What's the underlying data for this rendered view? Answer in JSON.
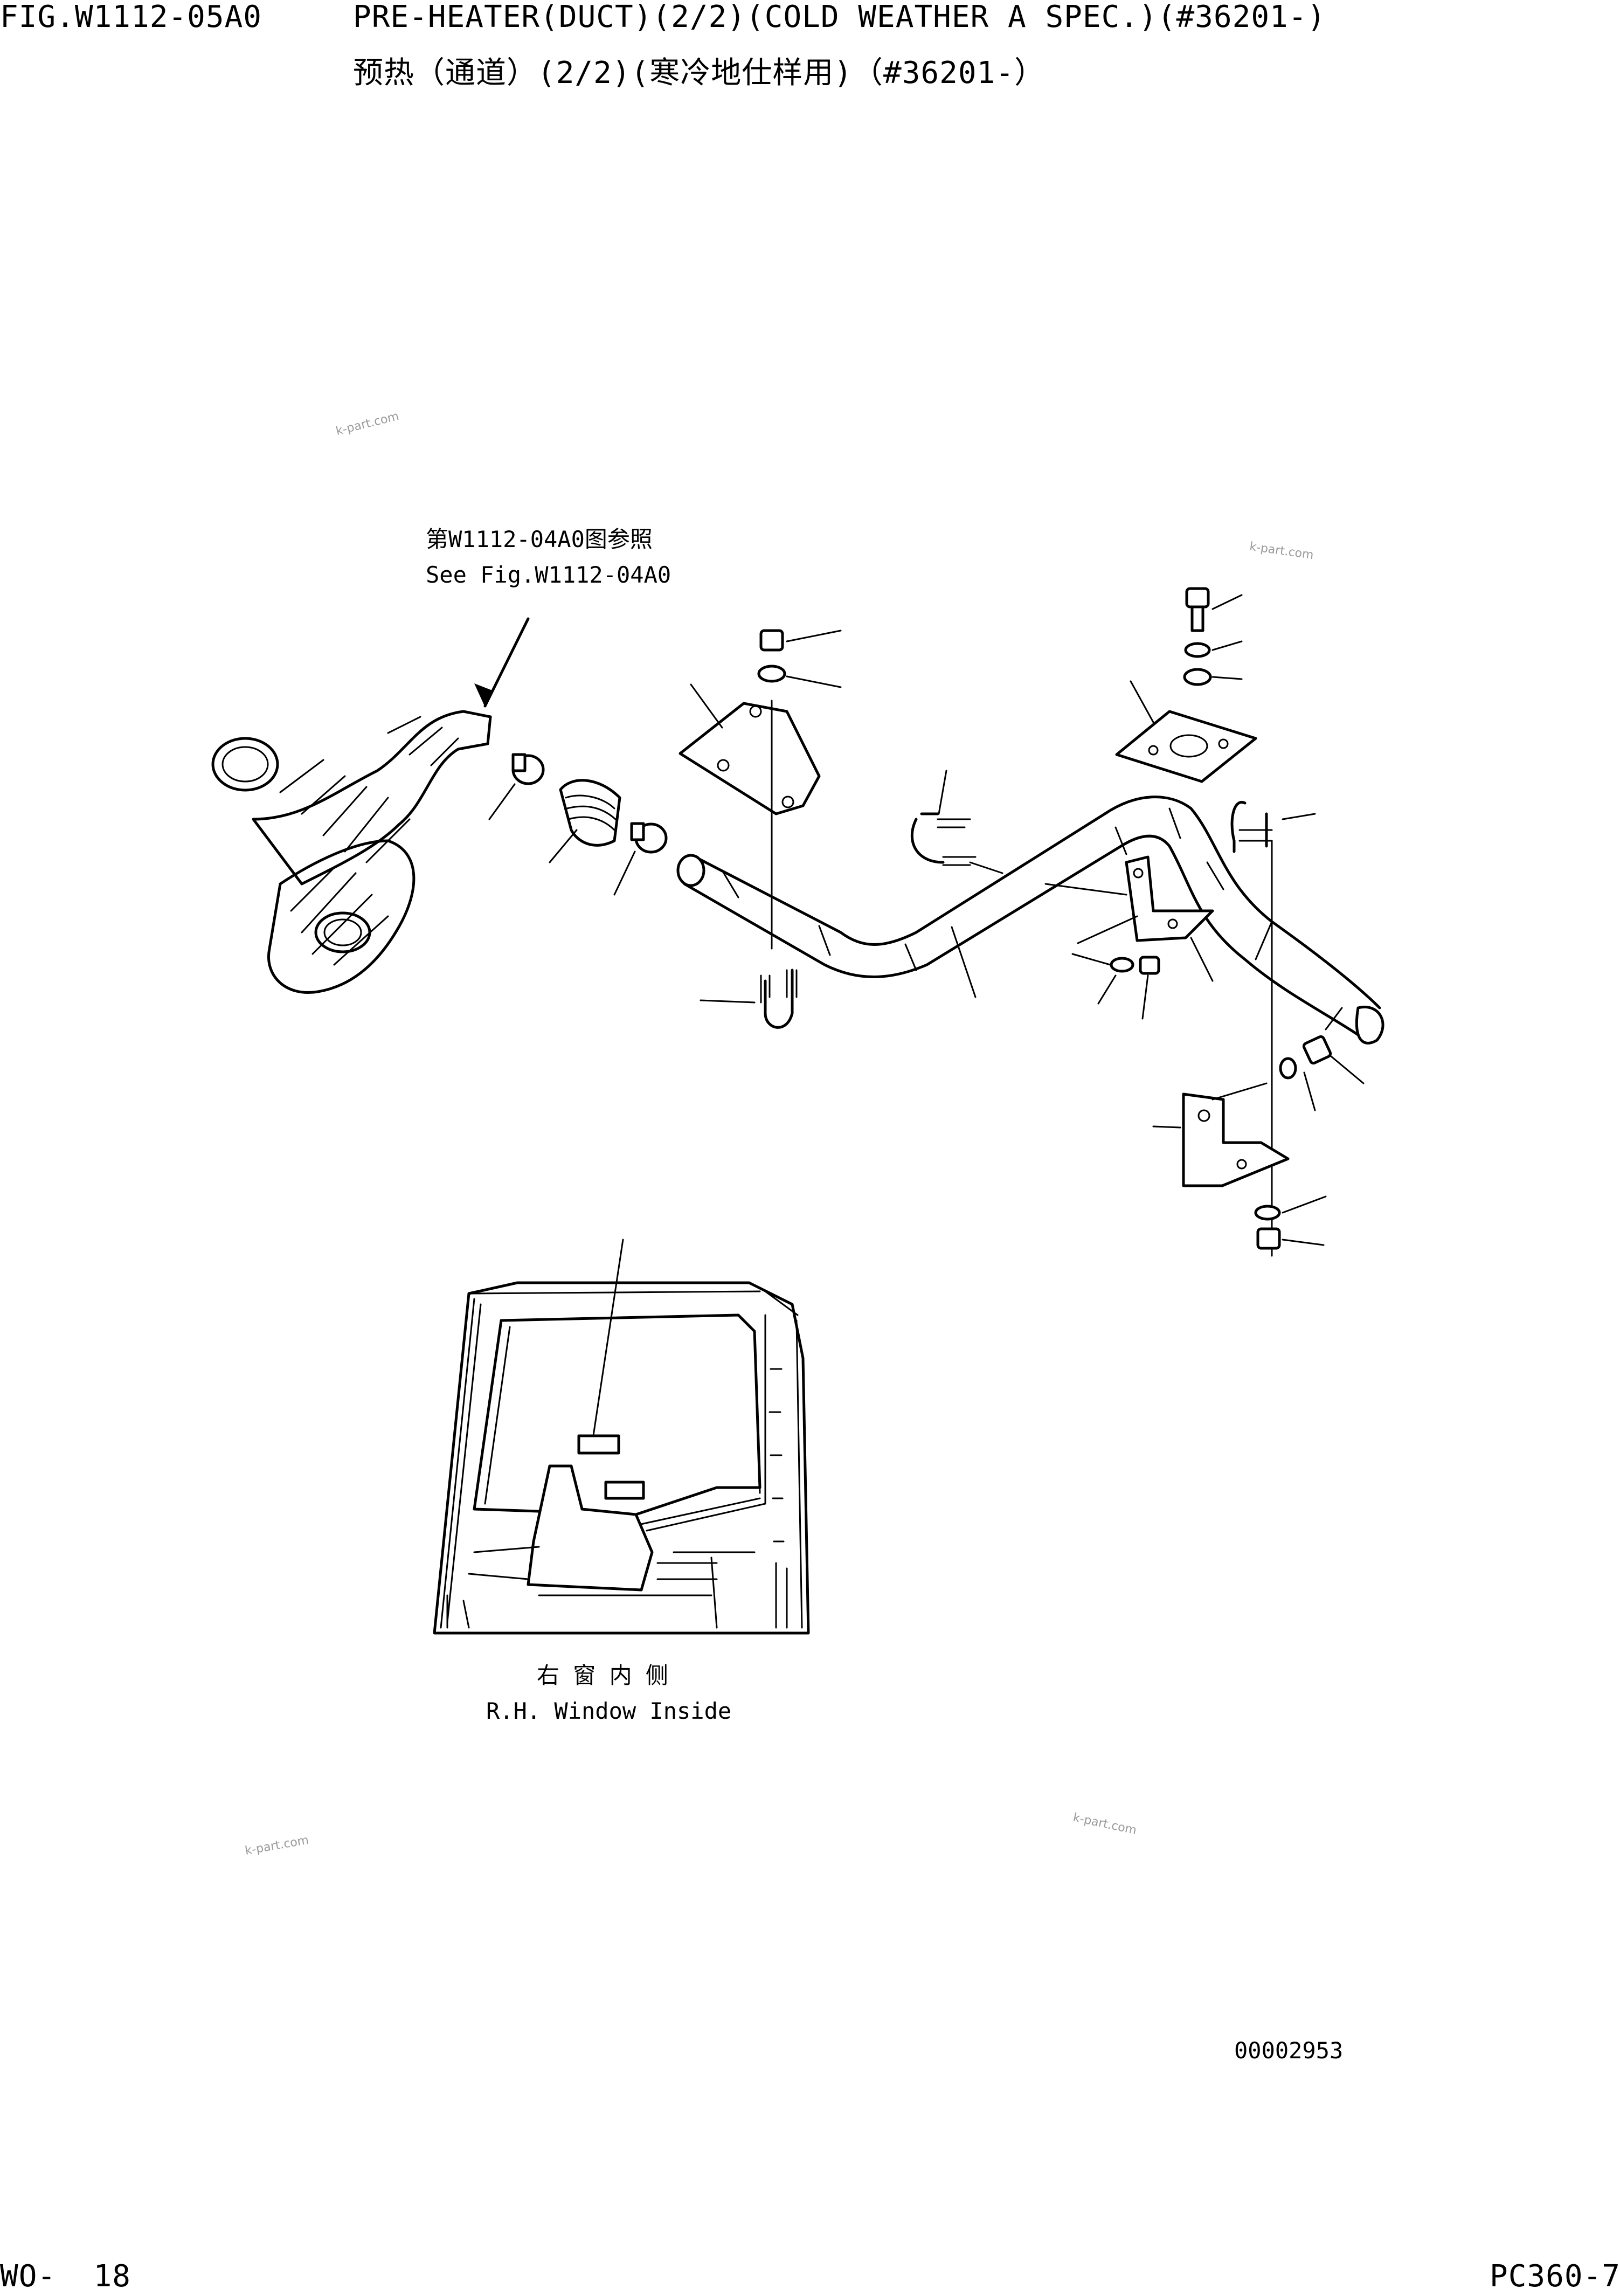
{
  "header": {
    "figure_number": "FIG.W1112-05A0",
    "title_en": "PRE-HEATER(DUCT)(2/2)(COLD WEATHER A SPEC.)(#36201-)",
    "title_cn": "预热（通道）(2/2)(寒冷地仕样用)（#36201-）"
  },
  "reference": {
    "cn": "第W1112-04A0图参照",
    "en": "See Fig.W1112-04A0"
  },
  "inset": {
    "caption_cn": "右 窗 内 侧",
    "caption_en": "R.H. Window Inside"
  },
  "drawing_number": "00002953",
  "footer": {
    "page": "WO-  18",
    "model": "PC360-7"
  },
  "watermarks": [
    "k-part.com",
    "k-part.com",
    "k-part.com",
    "k-part.com"
  ]
}
